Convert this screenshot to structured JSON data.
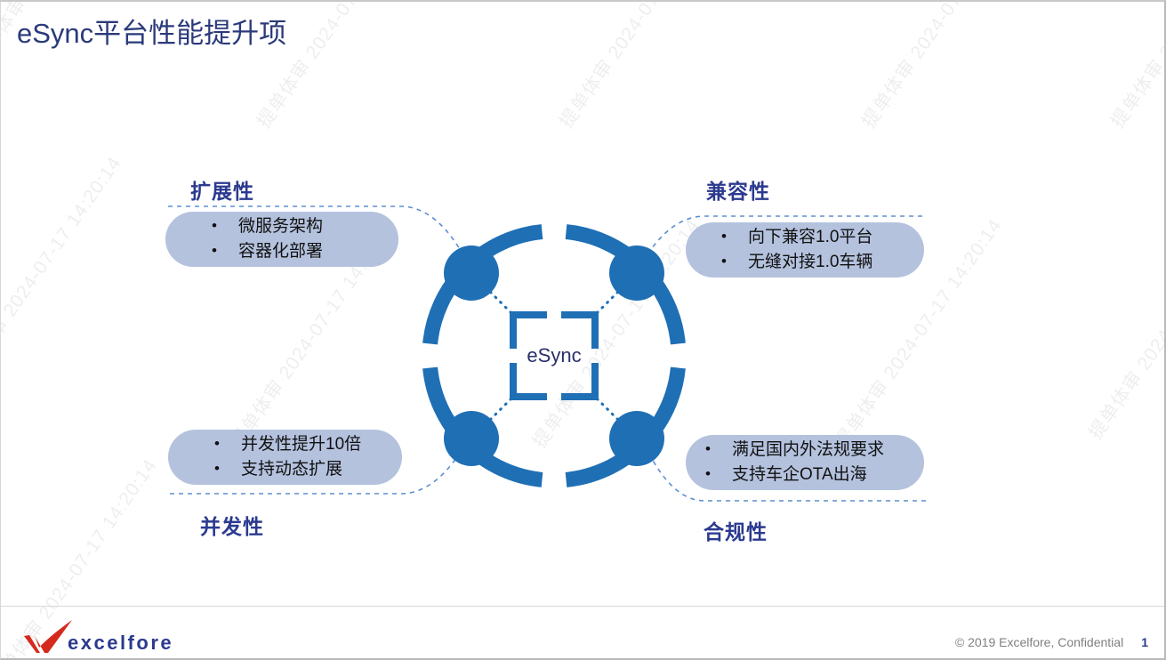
{
  "slide": {
    "title": "eSync平台性能提升项",
    "center_label": "eSync",
    "watermark_text": "提单体审 2024-07-17 14:20:14"
  },
  "quadrants": {
    "top_left": {
      "heading": "扩展性",
      "bullets": [
        "微服务架构",
        "容器化部署"
      ]
    },
    "top_right": {
      "heading": "兼容性",
      "bullets": [
        "向下兼容1.0平台",
        "无缝对接1.0车辆"
      ]
    },
    "bottom_left": {
      "heading": "并发性",
      "bullets": [
        "并发性提升10倍",
        "支持动态扩展"
      ]
    },
    "bottom_right": {
      "heading": "合规性",
      "bullets": [
        "满足国内外法规要求",
        "支持车企OTA出海"
      ]
    }
  },
  "footer": {
    "logo_text": "excelfore",
    "copyright": "© 2019 Excelfore, Confidential",
    "page_number": "1"
  },
  "colors": {
    "title_navy": "#2b3a7a",
    "heading_navy": "#2b3a8f",
    "pill_fill": "#b4c2de",
    "ring_blue": "#1f6fb5",
    "logo_red": "#d42b1e",
    "footer_gray": "#808080"
  }
}
